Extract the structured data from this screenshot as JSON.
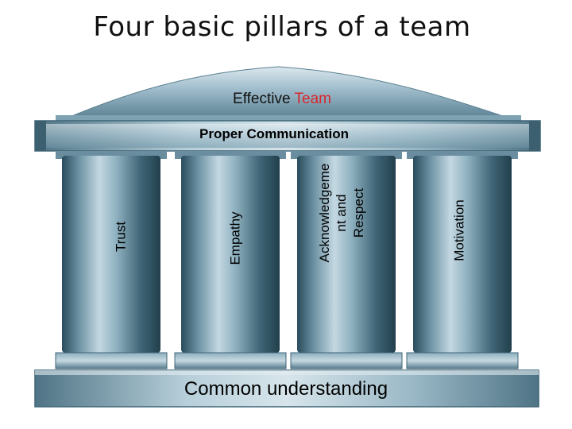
{
  "title": "Four basic pillars of a team",
  "roof": {
    "prefix": "Effective ",
    "highlight": "Team"
  },
  "beam": {
    "label": "Proper Communication"
  },
  "pillars": [
    {
      "label": "Trust"
    },
    {
      "label": "Empathy"
    },
    {
      "label_lines": [
        "Acknowledgeme",
        "nt and",
        "Respect"
      ]
    },
    {
      "label": "Motivation"
    }
  ],
  "base": {
    "label": "Common understanding"
  },
  "colors": {
    "accent": "#d8262c",
    "stone_dark": "#2f5566",
    "stone_light": "#c9dbe4"
  }
}
